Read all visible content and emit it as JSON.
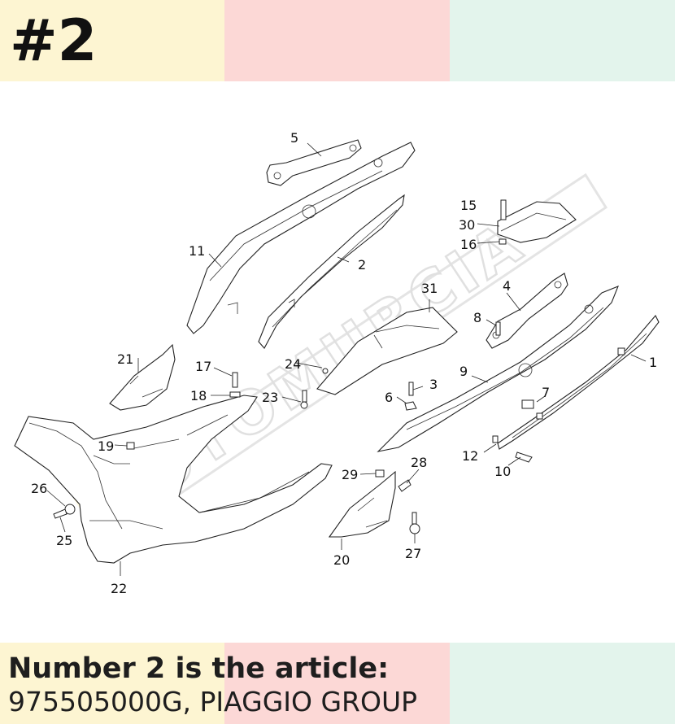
{
  "header": {
    "part_number": "#2"
  },
  "footer": {
    "line1": "Number 2 is the article:",
    "line2": "975505000G, PIAGGIO GROUP"
  },
  "watermark": {
    "text": "MOTOMURCIA"
  },
  "colors": {
    "band_yellow": "#fdf5d2",
    "band_pink": "#fcd8d6",
    "band_mint": "#e3f4ec"
  },
  "diagram": {
    "callouts": [
      "1",
      "2",
      "3",
      "4",
      "5",
      "7",
      "8",
      "9",
      "10",
      "11",
      "12",
      "15",
      "16",
      "17",
      "18",
      "19",
      "20",
      "21",
      "22",
      "23",
      "24",
      "25",
      "26",
      "27",
      "28",
      "29",
      "30",
      "31"
    ]
  }
}
